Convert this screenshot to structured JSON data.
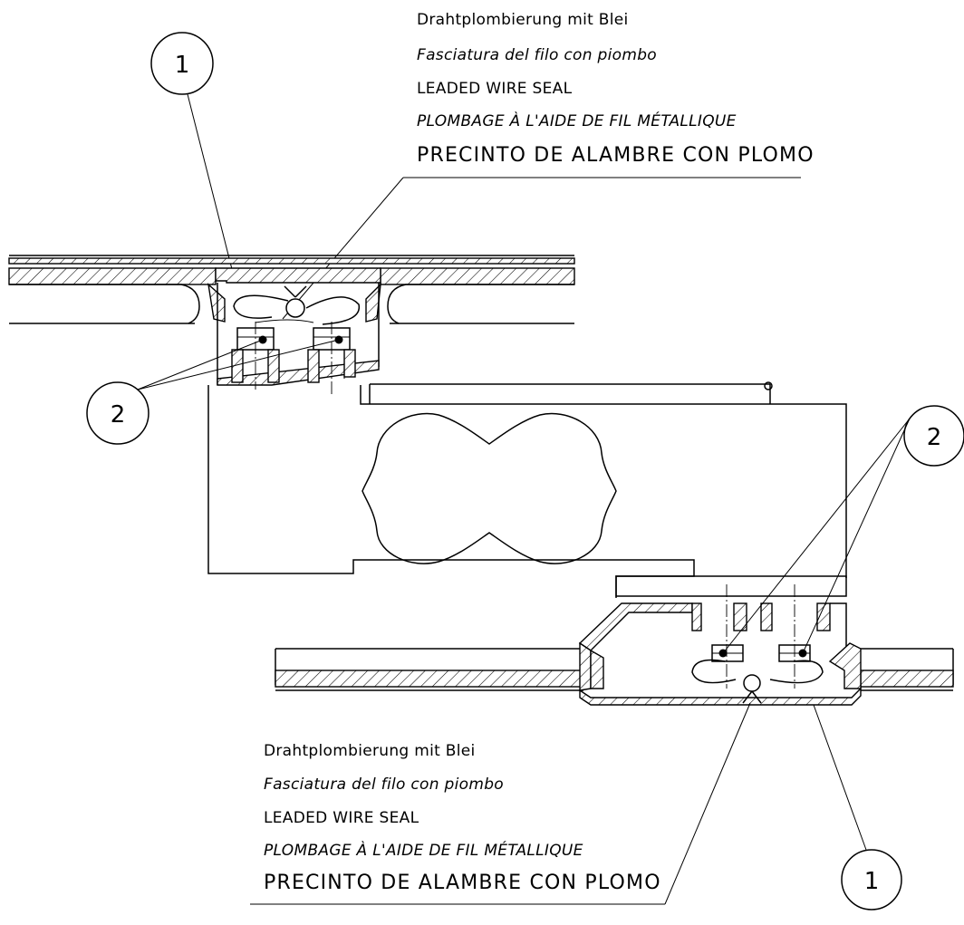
{
  "callouts": {
    "top_balloon_1": "1",
    "top_balloon_2": "2",
    "right_balloon_2": "2",
    "bottom_balloon_1": "1"
  },
  "top_note": {
    "line_de": "Drahtplombierung mit Blei",
    "line_it": "Fasciatura del filo con piombo",
    "line_en": "LEADED WIRE SEAL",
    "line_fr": "PLOMBAGE À L'AIDE DE FIL MÉTALLIQUE",
    "line_es": "PRECINTO DE ALAMBRE CON PLOMO"
  },
  "bottom_note": {
    "line_de": "Drahtplombierung mit Blei",
    "line_it": "Fasciatura del filo con piombo",
    "line_en": "LEADED WIRE SEAL",
    "line_fr": "PLOMBAGE À L'AIDE DE FIL MÉTALLIQUE",
    "line_es": "PRECINTO DE ALAMBRE CON PLOMO"
  }
}
